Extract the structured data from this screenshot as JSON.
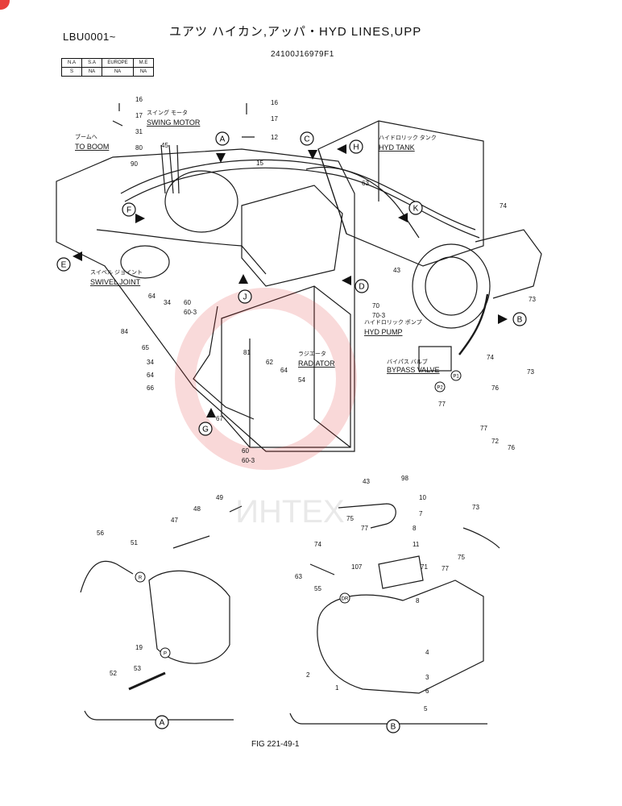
{
  "header": {
    "serial": "LBU0001~",
    "title": "ユアツ ハイカン,アッパ・HYD LINES,UPP",
    "part_number": "24100J16979F1",
    "figure": "FIG 221-49-1"
  },
  "market_table": {
    "headers": [
      "N.A",
      "S.A",
      "EUROPE",
      "M.E"
    ],
    "values": [
      "S",
      "NA",
      "NA",
      "NA"
    ]
  },
  "components": {
    "swing_motor": {
      "jp": "スイング モータ",
      "en": "SWING MOTOR"
    },
    "to_boom": {
      "jp": "ブームへ",
      "en": "TO BOOM"
    },
    "hyd_tank": {
      "jp": "ハイドロリック タンク",
      "en": "HYD TANK"
    },
    "swivel_joint": {
      "jp": "スイベル ジョイント",
      "en": "SWIVEL JOINT"
    },
    "hyd_pump": {
      "jp": "ハイドロリック ポンプ",
      "en": "HYD PUMP"
    },
    "radiator": {
      "jp": "ラジエータ",
      "en": "RADIATOR"
    },
    "bypass_valve": {
      "jp": "バイパス バルブ",
      "en": "BYPASS VALVE"
    }
  },
  "callouts": [
    "A",
    "B",
    "C",
    "D",
    "E",
    "F",
    "G",
    "H",
    "J",
    "K"
  ],
  "port_marks": [
    "P1",
    "P2",
    "DR",
    "R",
    "P"
  ],
  "parts": {
    "main": [
      "16",
      "17",
      "31",
      "80",
      "45",
      "90",
      "16",
      "17",
      "12",
      "15",
      "63",
      "74",
      "73",
      "43",
      "70",
      "70-3",
      "64",
      "84",
      "34",
      "60",
      "60-3",
      "65",
      "34",
      "64",
      "66",
      "81",
      "62",
      "64",
      "54",
      "67",
      "60",
      "60-3",
      "74",
      "76",
      "73",
      "77",
      "77",
      "72",
      "76"
    ],
    "detail_a": [
      "56",
      "51",
      "47",
      "48",
      "49",
      "19",
      "53",
      "52"
    ],
    "detail_b": [
      "43",
      "98",
      "10",
      "7",
      "8",
      "75",
      "77",
      "74",
      "11",
      "73",
      "75",
      "77",
      "63",
      "107",
      "71",
      "55",
      "8",
      "2",
      "1",
      "4",
      "3",
      "6",
      "5"
    ]
  },
  "watermark": "ИНТЕХ"
}
